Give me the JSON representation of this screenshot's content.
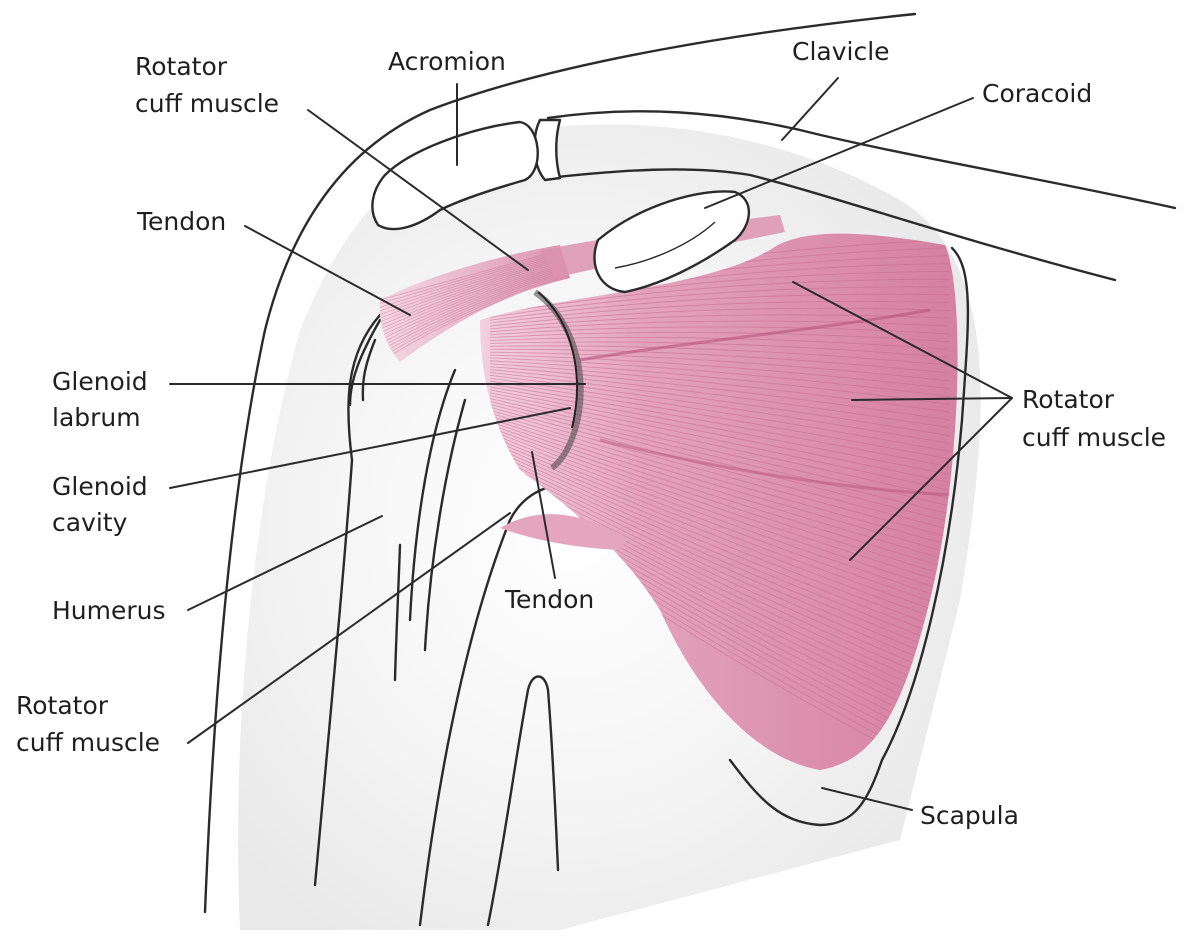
{
  "labels": {
    "acromion": "Acromion",
    "clavicle": "Clavicle",
    "coracoid": "Coracoid",
    "rotator_top": [
      "Rotator",
      "cuff muscle"
    ],
    "tendon_top": "Tendon",
    "glenoid_labrum": [
      "Glenoid",
      "labrum"
    ],
    "glenoid_cavity": [
      "Glenoid",
      "cavity"
    ],
    "humerus": "Humerus",
    "rotator_bottom": [
      "Rotator",
      "cuff muscle"
    ],
    "tendon_bottom": "Tendon",
    "rotator_right": [
      "Rotator",
      "cuff muscle"
    ],
    "scapula": "Scapula"
  },
  "colors": {
    "muscle": "#d98aa5",
    "muscle_dark": "#b8557b",
    "muscle_light": "#f1cbd9",
    "outline": "#2b2b2b",
    "shade": "#ececec"
  }
}
